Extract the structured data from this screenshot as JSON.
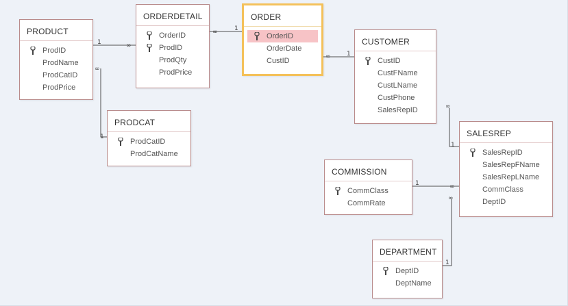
{
  "tables": {
    "product": {
      "title": "PRODUCT",
      "fields": [
        "ProdID",
        "ProdName",
        "ProdCatID",
        "ProdPrice"
      ]
    },
    "orderdetail": {
      "title": "ORDERDETAIL",
      "fields": [
        "OrderID",
        "ProdID",
        "ProdQty",
        "ProdPrice"
      ]
    },
    "order": {
      "title": "ORDER",
      "fields": [
        "OrderID",
        "OrderDate",
        "CustID"
      ]
    },
    "customer": {
      "title": "CUSTOMER",
      "fields": [
        "CustID",
        "CustFName",
        "CustLName",
        "CustPhone",
        "SalesRepID"
      ]
    },
    "prodcat": {
      "title": "PRODCAT",
      "fields": [
        "ProdCatID",
        "ProdCatName"
      ]
    },
    "salesrep": {
      "title": "SALESREP",
      "fields": [
        "SalesRepID",
        "SalesRepFName",
        "SalesRepLName",
        "CommClass",
        "DeptID"
      ]
    },
    "commission": {
      "title": "COMMISSION",
      "fields": [
        "CommClass",
        "CommRate"
      ]
    },
    "department": {
      "title": "DEPARTMENT",
      "fields": [
        "DeptID",
        "DeptName"
      ]
    }
  },
  "relationship_marks": {
    "one": "1",
    "many": "∞"
  }
}
